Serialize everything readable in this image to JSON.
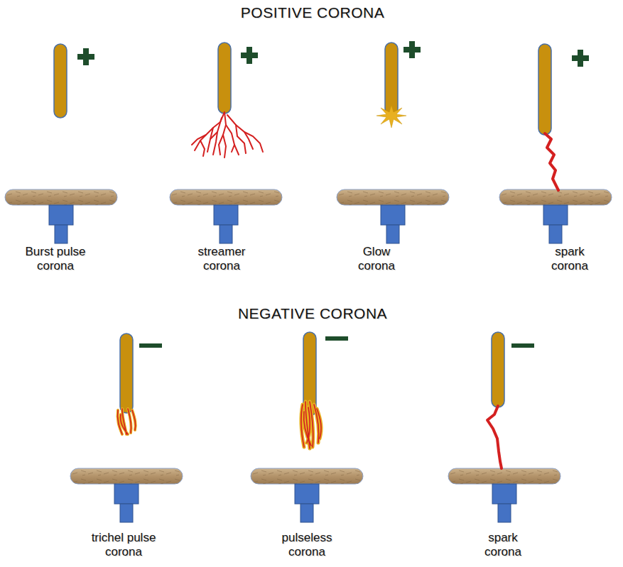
{
  "diagram": {
    "labels": [
      "POSITIVE CORONA",
      "Burst pulse corona",
      "streamer corona",
      "Glow corona",
      "spark corona",
      "NEGATIVE CORONA",
      "trichel pulse corona",
      "pulseless corona",
      "spark corona"
    ]
  }
}
